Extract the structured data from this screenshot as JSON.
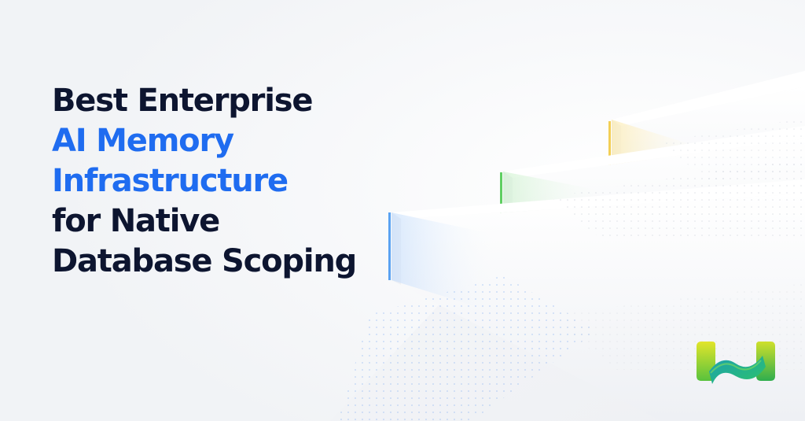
{
  "headline": {
    "line1": "Best Enterprise",
    "line2": "AI Memory",
    "line3": "Infrastructure",
    "line4": "for Native",
    "line5": "Database Scoping"
  },
  "colors": {
    "text_dark": "#0d1530",
    "text_accent": "#1f6cf0",
    "bar_blue": "#5aa2f2",
    "bar_green": "#5fcf62",
    "bar_yellow": "#f3cf55",
    "logo_green": "#3fb54a",
    "logo_yellow": "#d7de2a",
    "logo_teal": "#1aa6a6"
  },
  "icons": {
    "logo": "w-logo-icon"
  }
}
